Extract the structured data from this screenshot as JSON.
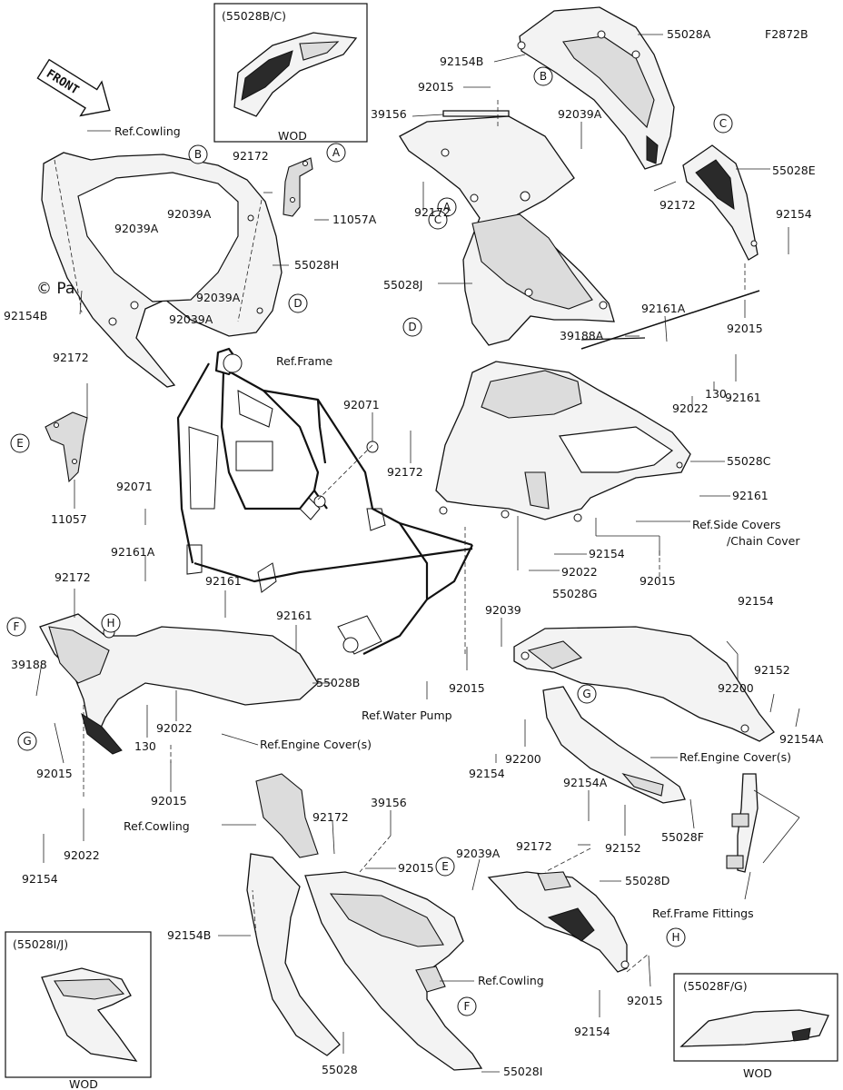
{
  "figure_code": "F2872B",
  "watermark": "© Partzilla.com",
  "front_arrow": "FRONT",
  "insets": [
    {
      "title": "(55028B/C)",
      "caption": "WOD"
    },
    {
      "title": "(55028I/J)",
      "caption": "WOD"
    },
    {
      "title": "(55028F/G)",
      "caption": "WOD"
    }
  ],
  "callout_letters": {
    "a": "A",
    "b": "B",
    "c": "C",
    "d": "D",
    "e": "E",
    "f": "F",
    "g": "G",
    "h": "H"
  },
  "labels": {
    "p55028A": "55028A",
    "p92154B_top": "92154B",
    "p92015_top": "92015",
    "p39156_top": "39156",
    "p92039A_top": "92039A",
    "ref_cowling_top": "Ref.Cowling",
    "p92172_a": "92172",
    "p11057A": "11057A",
    "p92039A_l1": "92039A",
    "p92039A_l2": "92039A",
    "p55028H": "55028H",
    "p92039A_l3": "92039A",
    "p92039A_l4": "92039A",
    "p92154B_left": "92154B",
    "p92172_b": "92172",
    "p55028J": "55028J",
    "p55028E": "55028E",
    "p92172_c": "92172",
    "p92154_r1": "92154",
    "p92015_r1": "92015",
    "p92161A_top": "92161A",
    "p39188A": "39188A",
    "ref_frame": "Ref.Frame",
    "p92161_r": "92161",
    "p130_r": "130",
    "p92022_r": "92022",
    "p92071_c": "92071",
    "p92172_d": "92172",
    "p55028C": "55028C",
    "p92161_r2": "92161",
    "ref_side_covers": "Ref.Side Covers",
    "ref_chain_cover": "/Chain Cover",
    "p92172_left": "92172",
    "p11057": "11057",
    "p92071_l": "92071",
    "p92161A_l": "92161A",
    "p92154_m": "92154",
    "p92022_m": "92022",
    "p92015_m": "92015",
    "p92172_l2": "92172",
    "p92161_l": "92161",
    "p92161_l2": "92161",
    "p39188": "39188",
    "p55028B": "55028B",
    "p92022_l": "92022",
    "p130_l": "130",
    "ref_engine_cover_l": "Ref.Engine Cover(s)",
    "p92015_l": "92015",
    "p92039": "92039",
    "p92015_c": "92015",
    "ref_water_pump": "Ref.Water Pump",
    "p55028G": "55028G",
    "p92154_r2": "92154",
    "p92200_r": "92200",
    "p92152_r": "92152",
    "p92154A_r": "92154A",
    "p92200_c": "92200",
    "p92154_c": "92154",
    "ref_engine_cover_r": "Ref.Engine Cover(s)",
    "p92015_l2": "92015",
    "p92022_l2": "92022",
    "p92154_l": "92154",
    "ref_cowling_mid": "Ref.Cowling",
    "p92172_e": "92172",
    "p39156_b": "39156",
    "p92015_b": "92015",
    "p92039A_b": "92039A",
    "p92172_f": "92172",
    "p55028D": "55028D",
    "p92154A_b": "92154A",
    "p92152_b": "92152",
    "p55028F": "55028F",
    "ref_frame_fittings": "Ref.Frame Fittings",
    "p92154B_b": "92154B",
    "ref_cowling_b": "Ref.Cowling",
    "p92015_b2": "92015",
    "p92154_b": "92154",
    "p55028": "55028",
    "p55028I": "55028I"
  }
}
